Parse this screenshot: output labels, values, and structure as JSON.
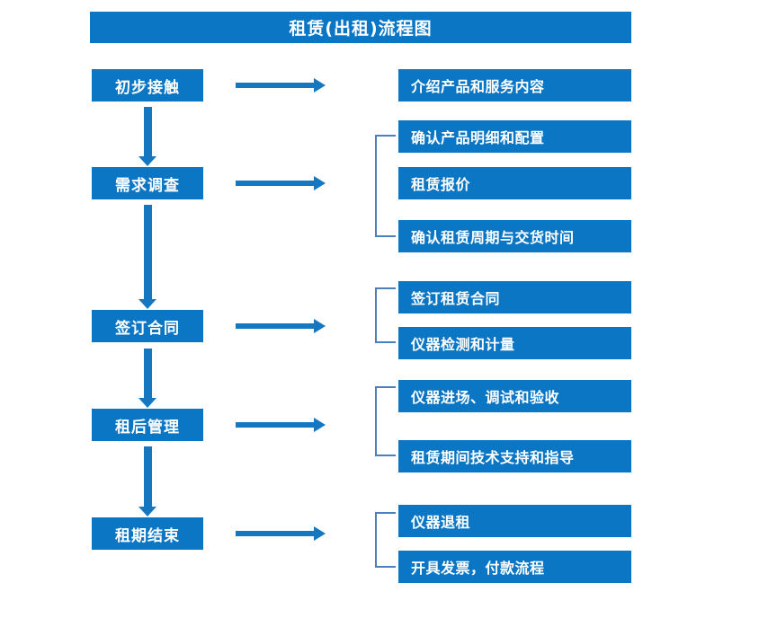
{
  "title": {
    "text": "租赁(出租)流程图"
  },
  "colors": {
    "box_fill": "#0b76c4",
    "box_text": "#ffffff",
    "arrow": "#1577c0",
    "bracket": "#4b81b8",
    "background": "#ffffff"
  },
  "stages": [
    {
      "label": "初步接触"
    },
    {
      "label": "需求调查"
    },
    {
      "label": "签订合同"
    },
    {
      "label": "租后管理"
    },
    {
      "label": "租期结束"
    }
  ],
  "groups": [
    {
      "stage": "初步接触",
      "has_bracket": false,
      "items": [
        {
          "label": "介绍产品和服务内容"
        }
      ]
    },
    {
      "stage": "需求调查",
      "has_bracket": true,
      "items": [
        {
          "label": "确认产品明细和配置"
        },
        {
          "label": "租赁报价"
        },
        {
          "label": "确认租赁周期与交货时间"
        }
      ]
    },
    {
      "stage": "签订合同",
      "has_bracket": true,
      "items": [
        {
          "label": "签订租赁合同"
        },
        {
          "label": "仪器检测和计量"
        }
      ]
    },
    {
      "stage": "租后管理",
      "has_bracket": true,
      "items": [
        {
          "label": "仪器进场、调试和验收"
        },
        {
          "label": "租赁期间技术支持和指导"
        }
      ]
    },
    {
      "stage": "租期结束",
      "has_bracket": true,
      "items": [
        {
          "label": "仪器退租"
        },
        {
          "label": "开具发票，付款流程"
        }
      ]
    }
  ]
}
